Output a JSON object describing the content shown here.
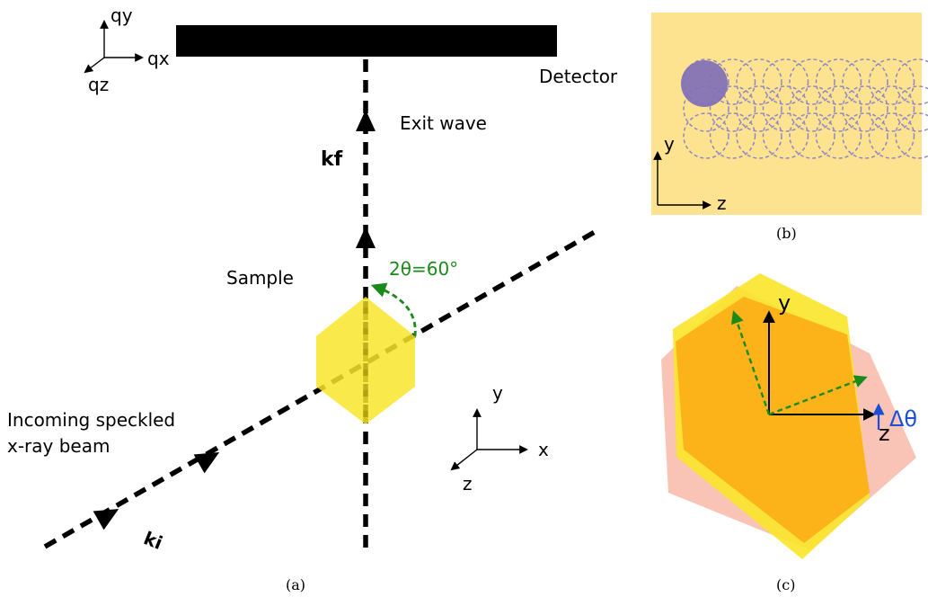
{
  "panel_a": {
    "q_axes": {
      "qy": "qy",
      "qx": "qx",
      "qz": "qz"
    },
    "detector_label": "Detector",
    "exit_wave_label": "Exit wave",
    "kf_label": "kf",
    "sample_label": "Sample",
    "angle_label": "2θ=60°",
    "incoming_label_line1": "Incoming speckled",
    "incoming_label_line2": "x-ray beam",
    "ki_label": "ki",
    "axes": {
      "y": "y",
      "x": "x",
      "z": "z"
    },
    "caption": "(a)"
  },
  "panel_b": {
    "axes": {
      "y": "y",
      "z": "z"
    },
    "caption": "(b)"
  },
  "panel_c": {
    "axes": {
      "y": "y",
      "z": "z"
    },
    "rotation_label": "Δθ",
    "caption": "(c)"
  },
  "colors": {
    "sample_yellow": "#f9e52a",
    "orange_overlap": "#fcaf17",
    "pink": "#f8b9a9",
    "green_arrow": "#1a8a1a",
    "blue_arrow": "#1d4fd6",
    "scan_background": "#fde28f",
    "probe_purple": "#7f6fb7",
    "scan_circles": "#8f88c8"
  }
}
